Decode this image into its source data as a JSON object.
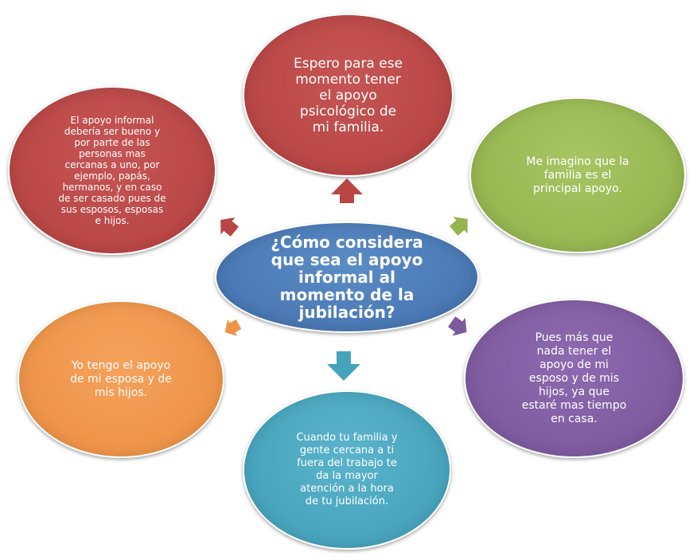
{
  "center": {
    "text": "¿Cómo considera\nque sea el apoyo\ninformal al\nmomento de la\njubilación?",
    "color": "#4a78b4"
  },
  "nodes": {
    "top": {
      "text": "Espero para ese\nmomento tener\nel apoyo\npsicológico de\nmi familia.",
      "color": "#b84645"
    },
    "upper_left": {
      "text": "El apoyo informal\ndebería ser bueno y\npor parte de las\npersonas mas\ncercanas a uno, por\nejemplo, papás,\nhermanos, y en caso\nde ser casado pues de\nsus esposos, esposas\ne hijos.",
      "color": "#b84645"
    },
    "upper_right": {
      "text": "Me imagino que la\nfamilia es el\nprincipal apoyo.",
      "color": "#95b550"
    },
    "lower_left": {
      "text": "Yo tengo el apoyo\nde mi esposa y de\nmis hijos.",
      "color": "#ee9347"
    },
    "lower_right": {
      "text": "Pues más que\nnada tener el\napoyo de mi\nesposo y de mis\nhijos, ya que\nestaré mas tiempo\nen casa.",
      "color": "#7d5a9e"
    },
    "bottom": {
      "text": "Cuando tu familia y\ngente cercana a ti\nfuera del trabajo te\nda la mayor\natención a la hora\nde tu jubilación.",
      "color": "#46a3bc"
    }
  },
  "arrow_colors": {
    "top": "#b84645",
    "upper_left": "#b84645",
    "upper_right": "#95b550",
    "lower_left": "#ee9347",
    "lower_right": "#7d5a9e",
    "bottom": "#46a3bc"
  }
}
